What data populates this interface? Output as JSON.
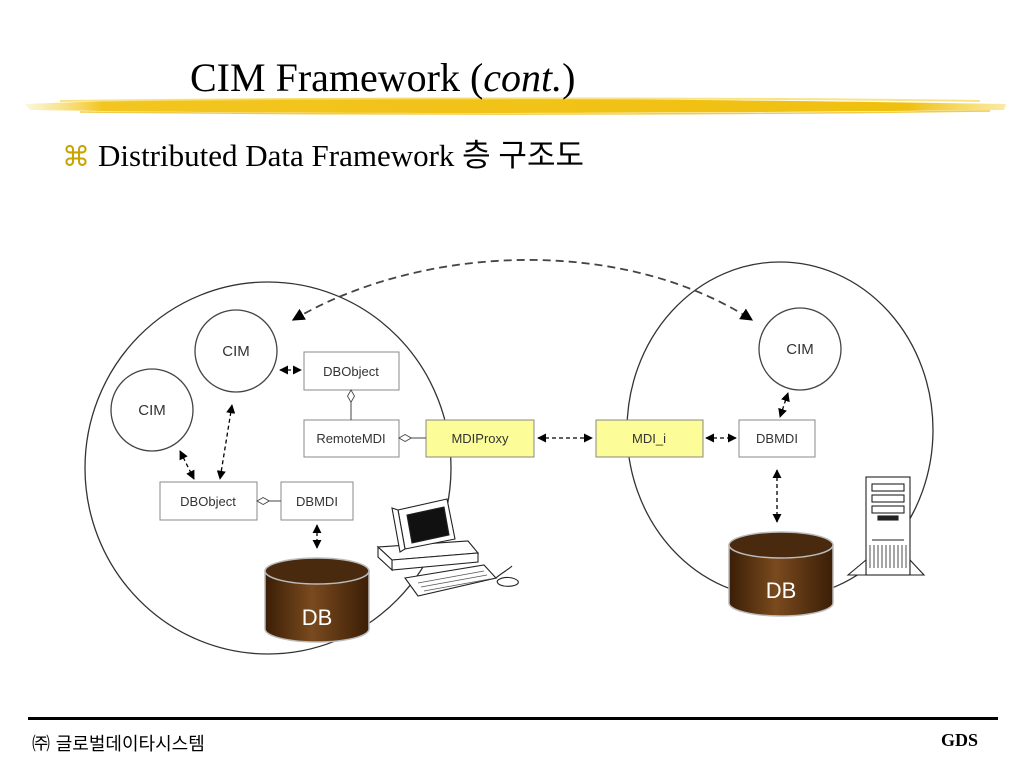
{
  "slide": {
    "title_main": "CIM Framework (",
    "title_italic": "cont.",
    "title_end": ")",
    "bullet_icon": "command-key-icon",
    "bullet_text": "Distributed Data Framework 층 구조도"
  },
  "diagram": {
    "left_node": {
      "cim_top": "CIM",
      "cim_left": "CIM",
      "dbobject_top": "DBObject",
      "remote_mdi": "RemoteMDI",
      "dbobject_bottom": "DBObject",
      "dbmdi": "DBMDI",
      "db": "DB"
    },
    "middle": {
      "mdi_proxy": "MDIProxy",
      "mdi_i": "MDI_i"
    },
    "right_node": {
      "cim": "CIM",
      "dbmdi": "DBMDI",
      "db": "DB"
    },
    "icons": [
      "desktop-computer-icon",
      "server-tower-icon",
      "database-cylinder-icon"
    ],
    "colors": {
      "highlight_box": "#fcfc99",
      "database": "#5c3412",
      "title_underline": "#f2c520"
    }
  },
  "footer": {
    "company": "㈜ 글로벌데이타시스템",
    "code": "GDS"
  }
}
